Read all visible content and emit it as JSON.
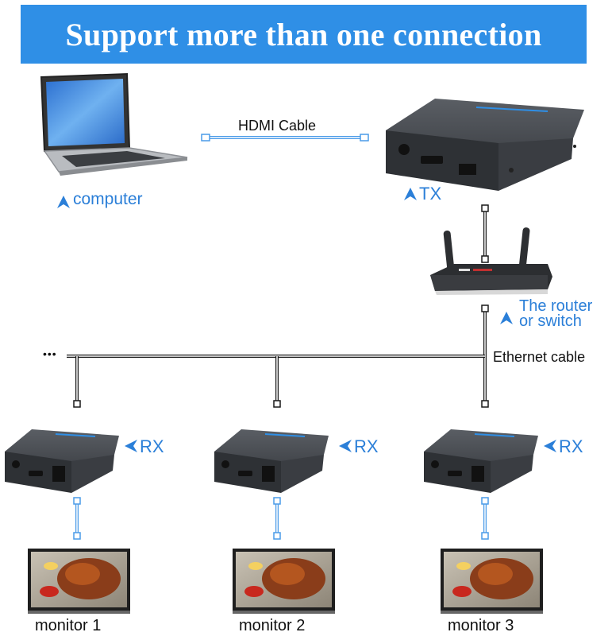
{
  "banner": {
    "title": "Support more than one connection"
  },
  "labels": {
    "computer": "computer",
    "tx": "TX",
    "hdmi_cable": "HDMI Cable",
    "router_line1": "The router",
    "router_line2": "or switch",
    "ethernet_cable": "Ethernet cable",
    "rx": "RX",
    "ellipsis": "•••",
    "monitors": [
      "monitor 1",
      "monitor 2",
      "monitor 3"
    ]
  },
  "colors": {
    "banner": "#2f8fe6",
    "accent_blue": "#2b7fd8",
    "device_body": "#3c3f44",
    "cable_blue": "#4a9be8"
  }
}
